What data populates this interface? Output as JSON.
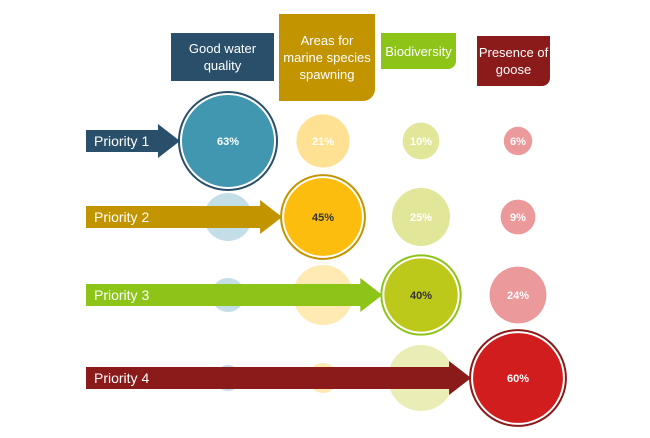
{
  "chart_data": {
    "type": "bubble-matrix",
    "columns": [
      {
        "label": "Good water quality",
        "color": "#4297b0",
        "header_bg": "#2a4f6b"
      },
      {
        "label": "Areas for marine species spawning",
        "color": "#fcbd0f",
        "header_bg": "#c29400"
      },
      {
        "label": "Biodiversity",
        "color": "#bcc81a",
        "header_bg": "#8cc418"
      },
      {
        "label": "Presence of goose",
        "color": "#d21d1f",
        "header_bg": "#8b1a1a"
      }
    ],
    "rows": [
      {
        "label": "Priority 1",
        "arrow_color": "#2a4f6b",
        "values": [
          63,
          21,
          10,
          6
        ],
        "value_labels": [
          "63%",
          "21%",
          "10%",
          "6%"
        ],
        "highlight_column": 0
      },
      {
        "label": "Priority 2",
        "arrow_color": "#c29400",
        "values": [
          null,
          45,
          25,
          9
        ],
        "value_labels": [
          "",
          "45%",
          "25%",
          "9%"
        ],
        "highlight_column": 1
      },
      {
        "label": "Priority 3",
        "arrow_color": "#8cc418",
        "values": [
          null,
          null,
          40,
          24
        ],
        "value_labels": [
          "",
          "",
          "40%",
          "24%"
        ],
        "highlight_column": 2
      },
      {
        "label": "Priority 4",
        "arrow_color": "#8b1a1a",
        "values": [
          null,
          null,
          null,
          60
        ],
        "value_labels": [
          "",
          "",
          "",
          "60%"
        ],
        "highlight_column": 3
      }
    ]
  }
}
